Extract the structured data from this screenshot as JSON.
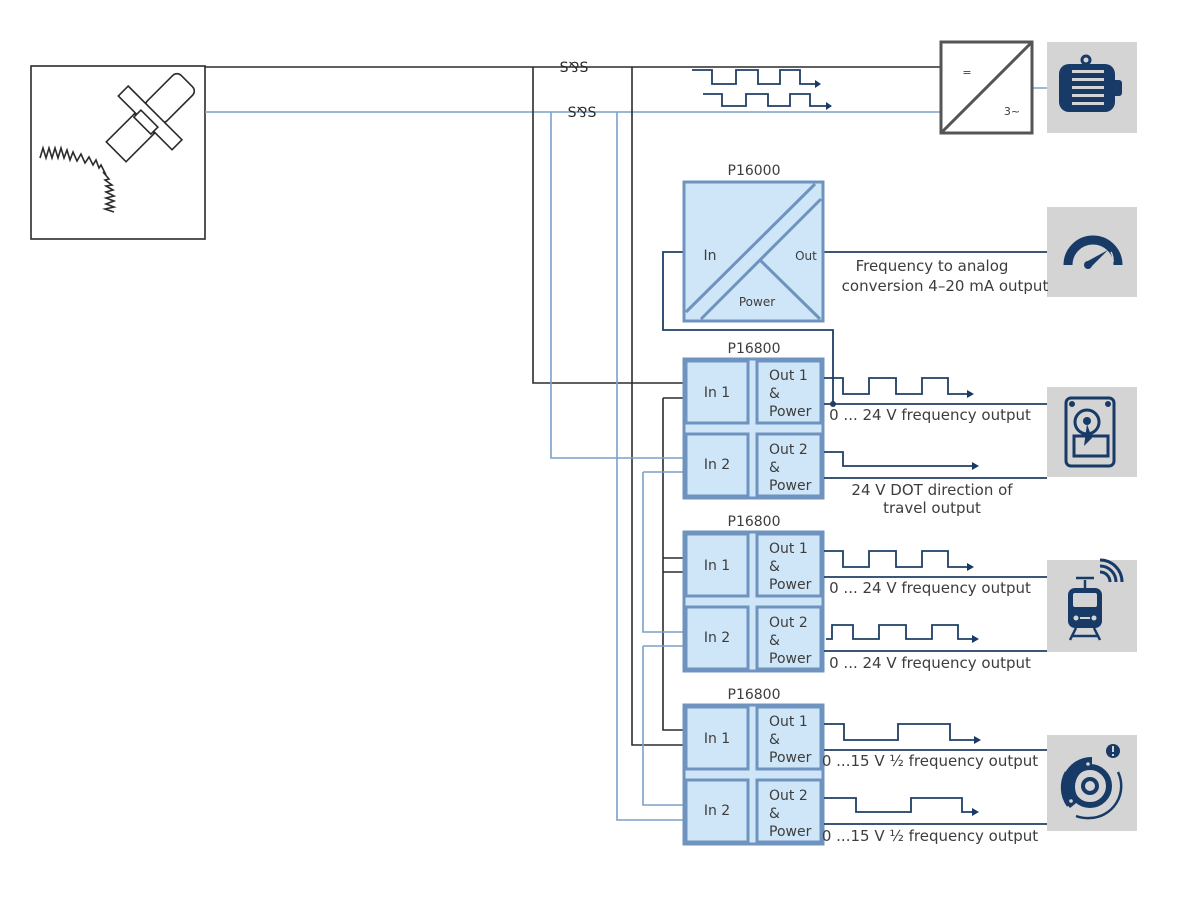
{
  "diagram": {
    "colors": {
      "device_fill": "#cfe6f8",
      "device_border": "#6f93bf",
      "signal_navy": "#173a66",
      "wire_black": "#2b2b2b",
      "wire_blue": "#7da0c8",
      "icon_tile": "#d4d4d4"
    },
    "sensor": {
      "name": "speed-sensor",
      "icon": "sensor-gear-icon"
    },
    "shield_marks": [
      "S⅋S",
      "S⅋S"
    ],
    "converter": {
      "input_symbol": "=",
      "output_symbol": "3~",
      "icon": "motor-icon"
    },
    "p16000": {
      "title": "P16000",
      "in_label": "In",
      "out_label": "Out",
      "power_label": "Power",
      "output_text_line1": "Frequency to analog",
      "output_text_line2": "conversion 4–20 mA output",
      "icon": "speedometer-icon"
    },
    "p16800_units": [
      {
        "title": "P16800",
        "in1": "In 1",
        "in2": "In 2",
        "out1": [
          "Out 1",
          "&",
          "Power"
        ],
        "out2": [
          "Out 2",
          "&",
          "Power"
        ],
        "out1_text": [
          "0 ... 24 V frequency output"
        ],
        "out2_text": [
          "24 V DOT direction of",
          "travel output"
        ],
        "icon": "hard-disk-icon"
      },
      {
        "title": "P16800",
        "in1": "In 1",
        "in2": "In 2",
        "out1": [
          "Out 1",
          "&",
          "Power"
        ],
        "out2": [
          "Out 2",
          "&",
          "Power"
        ],
        "out1_text": [
          "0 ... 24 V frequency output"
        ],
        "out2_text": [
          "0 ... 24 V frequency output"
        ],
        "icon": "tram-icon"
      },
      {
        "title": "P16800",
        "in1": "In 1",
        "in2": "In 2",
        "out1": [
          "Out 1",
          "&",
          "Power"
        ],
        "out2": [
          "Out 2",
          "&",
          "Power"
        ],
        "out1_text": [
          "0 ...15 V ½ frequency output"
        ],
        "out2_text": [
          "0 ...15 V ½ frequency output"
        ],
        "icon": "brake-disc-warning-icon"
      }
    ]
  }
}
